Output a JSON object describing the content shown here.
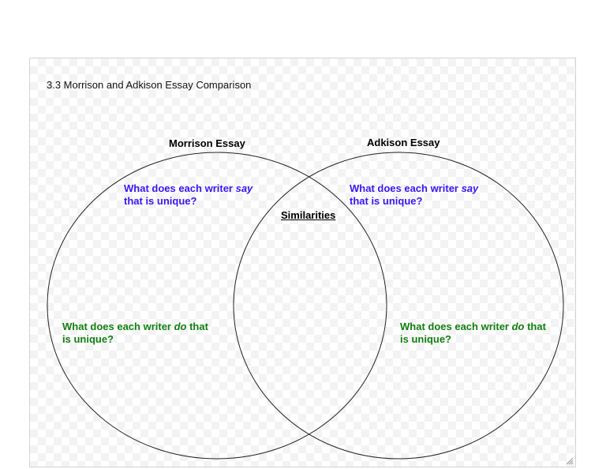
{
  "title": "3.3 Morrison and Adkison Essay Comparison",
  "left_heading": "Morrison Essay",
  "right_heading": "Adkison Essay",
  "similarities": "Similarities",
  "left_say": {
    "prefix": "What does each writer ",
    "em": "say",
    "line2": "that is unique?"
  },
  "right_say": {
    "prefix": "What does each writer ",
    "em": "say",
    "line2": "that is unique?"
  },
  "left_do": {
    "prefix": "What does each writer ",
    "em": "do",
    "suffix": " that",
    "line2": "is unique?"
  },
  "right_do": {
    "prefix": "What does each writer ",
    "em": "do",
    "suffix": " that",
    "line2": "is unique?"
  },
  "colors": {
    "purple": "#3a16f0",
    "green": "#118011"
  },
  "resize_handle_icon": "resize-grip-icon"
}
